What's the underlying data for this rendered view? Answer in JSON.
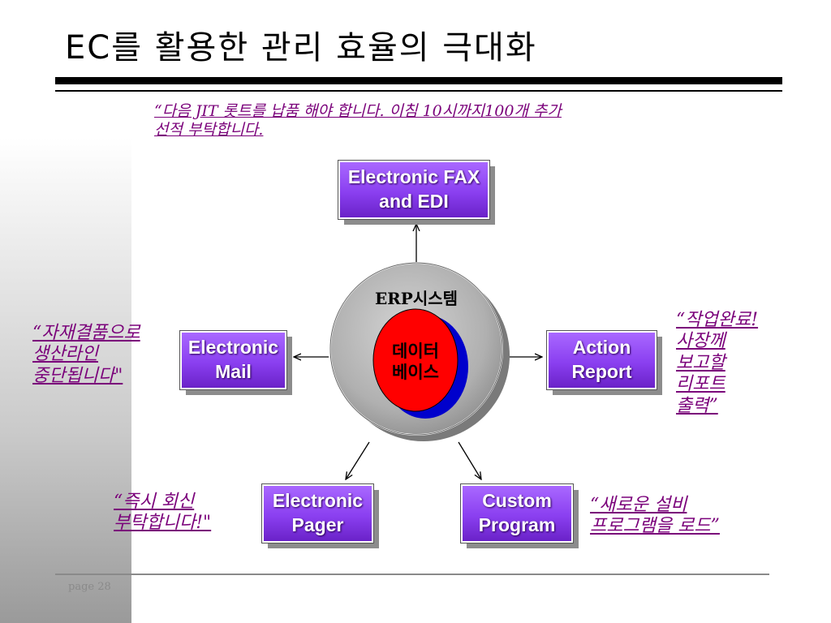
{
  "title": "EC를 활용한 관리 효율의 극대화",
  "quotes": {
    "top": "“다음 JIT 롯트를 납품 해야 합니다. 이침 10시까지100개 추가\n선적 부탁합니다.",
    "left": "“자재결품으로\n생산라인\n중단됩니다\"",
    "right": "“작업완료!\n사장께\n보고할\n리포트\n출력”",
    "bottom_left": "“즉시 회신\n부탁합니다!\"",
    "bottom_right": "“새로운 설비\n프로그램을 로드”"
  },
  "center": {
    "outer_label": "ERP시스템",
    "inner_label": "데이터\n베이스"
  },
  "boxes": {
    "fax": "Electronic FAX\nand EDI",
    "mail": "Electronic\nMail",
    "action": "Action\nReport",
    "pager": "Electronic\nPager",
    "custom": "Custom\nProgram"
  },
  "footer": {
    "page": "page 28"
  },
  "colors": {
    "box_purple": "#8a3ff0",
    "quote_text": "#7a007a",
    "disk_red": "#ff0000",
    "disk_blue": "#0000cc",
    "ring_gray": "#aaaaaa"
  }
}
